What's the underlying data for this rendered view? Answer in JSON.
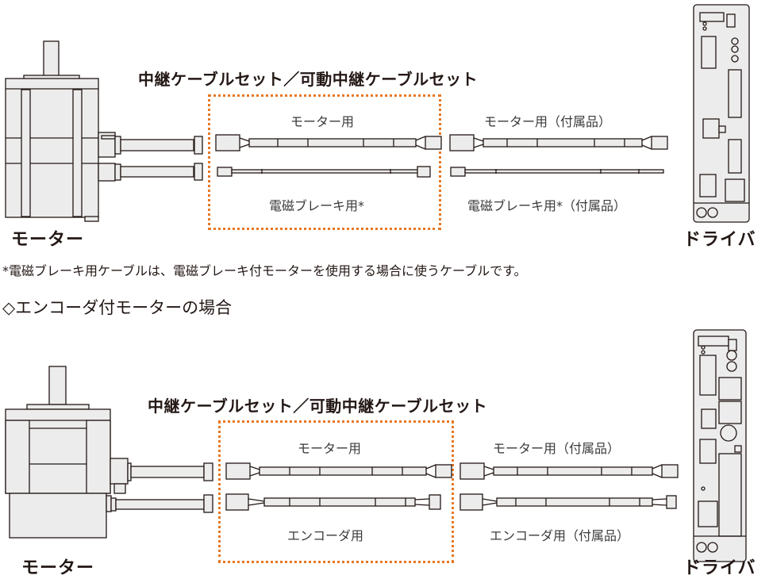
{
  "colors": {
    "dotted_box": "#e87722",
    "part_fill": "#ececec",
    "outline": "#231815"
  },
  "section1": {
    "motor_label": "モーター",
    "driver_label": "ドライバ",
    "cable_set_title": "中継ケーブルセット／可動中継ケーブルセット",
    "relay_motor_cable": "モーター用",
    "relay_brake_cable": "電磁ブレーキ用*",
    "accessory_motor_cable": "モーター用（付属品）",
    "accessory_brake_cable": "電磁ブレーキ用*（付属品）"
  },
  "footnote": "*電磁ブレーキ用ケーブルは、電磁ブレーキ付モーターを使用する場合に使うケーブルです。",
  "section2": {
    "heading": "◇エンコーダ付モーターの場合",
    "motor_label": "モーター",
    "driver_label": "ドライバ",
    "cable_set_title": "中継ケーブルセット／可動中継ケーブルセット",
    "relay_motor_cable": "モーター用",
    "relay_encoder_cable": "エンコーダ用",
    "accessory_motor_cable": "モーター用（付属品）",
    "accessory_encoder_cable": "エンコーダ用（付属品）"
  }
}
